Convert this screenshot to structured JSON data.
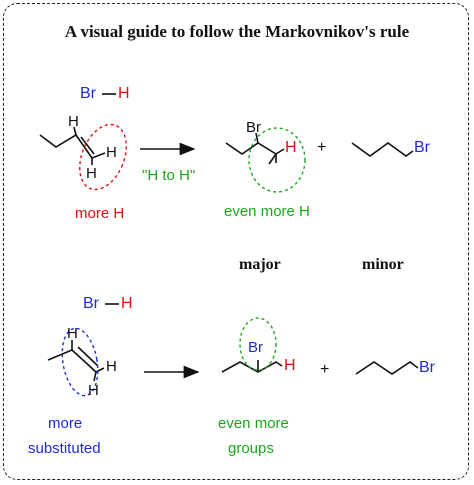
{
  "title": "A visual guide to follow the Markovnikov's rule",
  "reaction1": {
    "reagent": {
      "br": "Br",
      "h": "H"
    },
    "reactant_hydrogens": [
      "H",
      "H",
      "H"
    ],
    "reactant_label": "more H",
    "arrow_label": "\"H to H\"",
    "major_product": {
      "br": "Br",
      "h": "H"
    },
    "major_label": "even more H",
    "plus": "+",
    "minor_product": {
      "br": "Br"
    }
  },
  "product_labels": {
    "major": "major",
    "minor": "minor"
  },
  "reaction2": {
    "reagent": {
      "br": "Br",
      "h": "H"
    },
    "reactant_hydrogens": [
      "H",
      "H",
      "H"
    ],
    "reactant_label_line1": "more",
    "reactant_label_line2": "substituted",
    "major_product": {
      "br": "Br",
      "h": "H"
    },
    "major_label_line1": "even more",
    "major_label_line2": "groups",
    "plus": "+",
    "minor_product": {
      "br": "Br"
    }
  },
  "colors": {
    "bromine": "#1f2bd6",
    "hydrogen": "#e01010",
    "highlight_green": "#1aa81a",
    "highlight_blue": "#1f2bd6"
  }
}
